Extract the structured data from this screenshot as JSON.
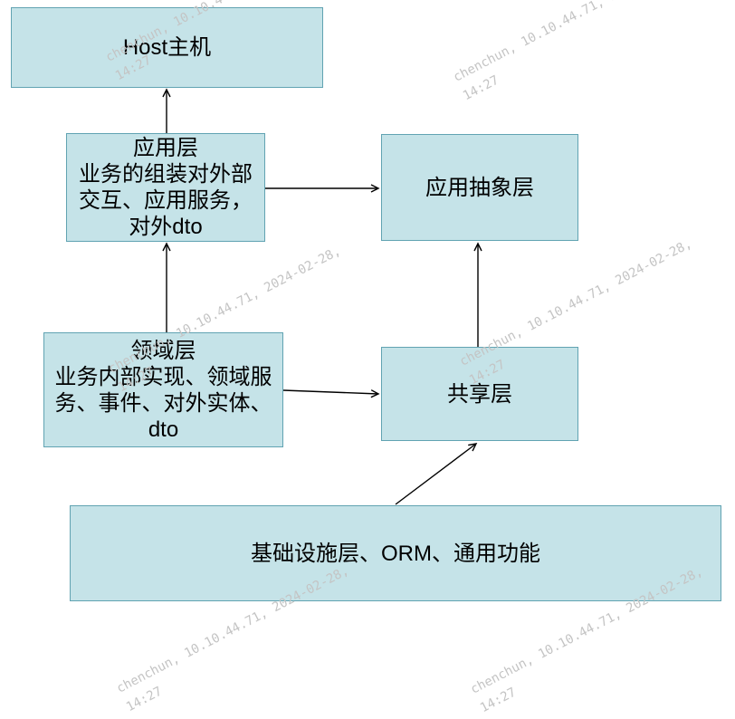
{
  "diagram": {
    "nodes": {
      "host": {
        "lines": [
          "Host主机"
        ]
      },
      "app_layer": {
        "lines": [
          "应用层",
          "业务的组装对外部",
          "交互、应用服务，",
          "对外dto"
        ]
      },
      "app_abstract_layer": {
        "lines": [
          "应用抽象层"
        ]
      },
      "domain_layer": {
        "lines": [
          "领域层",
          "业务内部实现、领域服",
          "务、事件、对外实体、",
          "dto"
        ]
      },
      "shared_layer": {
        "lines": [
          "共享层"
        ]
      },
      "infrastructure_layer": {
        "lines": [
          "基础设施层、ORM、通用功能"
        ]
      }
    },
    "edges": [
      {
        "from": "app_layer",
        "to": "host"
      },
      {
        "from": "domain_layer",
        "to": "app_layer"
      },
      {
        "from": "app_layer",
        "to": "app_abstract_layer"
      },
      {
        "from": "domain_layer",
        "to": "shared_layer"
      },
      {
        "from": "shared_layer",
        "to": "app_abstract_layer"
      },
      {
        "from": "infrastructure_layer",
        "to": "shared_layer"
      }
    ],
    "colors": {
      "node_fill": "#c5e3e8",
      "node_border": "#61a3b2",
      "arrow": "#000000",
      "watermark_text": "#c4c4c4",
      "background": "#ffffff"
    }
  },
  "watermark": {
    "line1": "chenchun, 10.10.44.71, 2024-02-28,",
    "line2": "14:27"
  }
}
